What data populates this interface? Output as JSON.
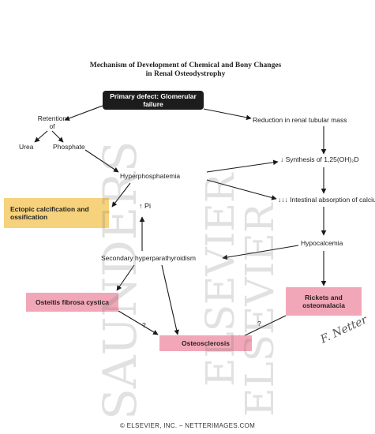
{
  "title": {
    "line1": "Mechanism of Development of Chemical and Bony Changes",
    "line2": "in Renal Osteodystrophy"
  },
  "boxes": {
    "primary_defect": "Primary defect: Glomerular failure",
    "ectopic": "Ectopic calcification and ossification",
    "osteitis": "Osteitis fibrosa cystica",
    "rickets": "Rickets and osteomalacia",
    "osteosclerosis": "Osteosclerosis"
  },
  "nodes": {
    "retention": "Retention of",
    "urea": "Urea",
    "phosphate": "Phosphate",
    "hyperphosphatemia": "Hyperphosphatemia",
    "pi": "↑ Pi",
    "reduction": "Reduction in renal tubular mass",
    "synthesis": "↓ Synthesis of 1,25(OH)₂D",
    "intestinal": "↓↓↓ Intestinal absorption of calcium",
    "hypocalcemia": "Hypocalcemia",
    "secondary": "Secondary hyperparathyroidism",
    "q1": "?",
    "q2": "?"
  },
  "watermarks": {
    "w1": "SAUNDERS",
    "w2": "ELSEVIER",
    "w3": "ELSEVIER"
  },
  "signature": "F. Netter",
  "footer": "© ELSEVIER, INC. – NETTERIMAGES.COM",
  "colors": {
    "dark_box": "#1c1c1c",
    "yellow_box": "#f6d27c",
    "pink_box": "#f2a7b8",
    "arrow": "#1a1a1a"
  }
}
